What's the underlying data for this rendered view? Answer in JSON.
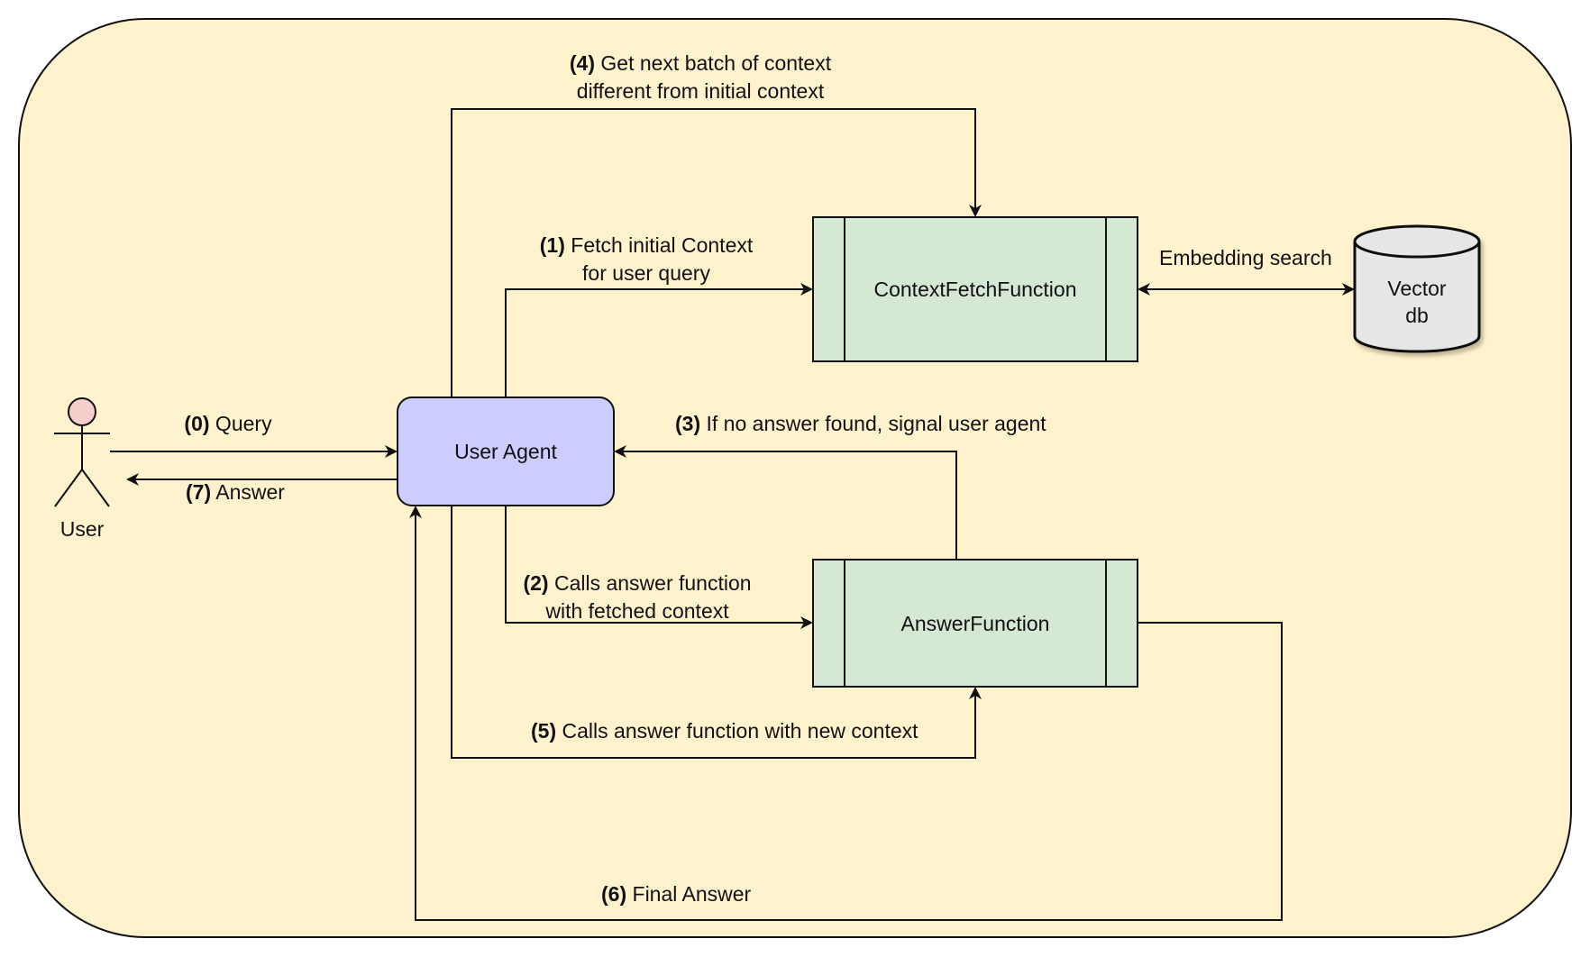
{
  "nodes": {
    "user": {
      "label": "User"
    },
    "user_agent": {
      "label": "User Agent"
    },
    "context_fetch": {
      "label": "ContextFetchFunction"
    },
    "answer_function": {
      "label": "AnswerFunction"
    },
    "vector_db": {
      "line1": "Vector",
      "line2": "db"
    }
  },
  "edges": {
    "query": {
      "num": "(0)",
      "text": " Query"
    },
    "fetch_initial": {
      "num": "(1)",
      "line1": " Fetch initial Context",
      "line2": "for user query"
    },
    "calls_answer": {
      "num": "(2)",
      "line1": " Calls answer function",
      "line2": "with fetched context"
    },
    "no_answer": {
      "num": "(3)",
      "text": " If no answer found, signal user agent"
    },
    "next_batch": {
      "num": "(4)",
      "line1": " Get next batch of context",
      "line2": "different from initial context"
    },
    "new_context": {
      "num": "(5)",
      "text": " Calls answer function with new context"
    },
    "final_answer": {
      "num": "(6)",
      "text": " Final Answer"
    },
    "answer": {
      "num": "(7)",
      "text": " Answer"
    },
    "embedding": {
      "text": "Embedding search"
    }
  },
  "colors": {
    "background_panel": "#fff2cc",
    "user_agent_fill": "#ccccff",
    "function_fill": "#d5e8d4",
    "db_fill": "#e6e6e6",
    "actor_head_fill": "#f8cecc",
    "stroke": "#111111"
  }
}
